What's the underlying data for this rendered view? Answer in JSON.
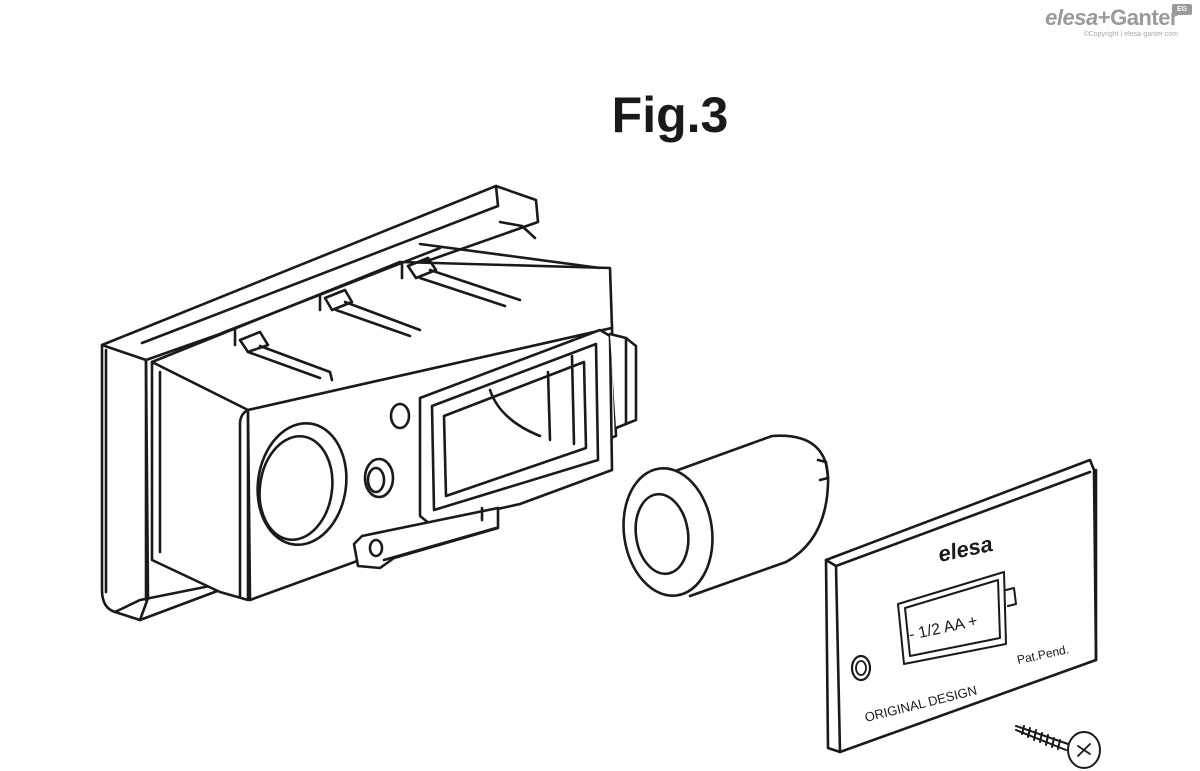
{
  "logo": {
    "brand_elesa": "elesa",
    "brand_ganter": "+Ganter",
    "badge": "EG",
    "copyright": "©Copyright | elesa-ganter.com"
  },
  "figure": {
    "title": "Fig.3"
  },
  "cover_plate": {
    "brand_mark": "elesa",
    "battery_label": "- 1/2  AA +",
    "patent_text": "Pat.Pend.",
    "design_text": "ORIGINAL  DESIGN"
  },
  "colors": {
    "line": "#1a1a1a",
    "paper": "#ffffff",
    "logo_gray": "#9a9a9a"
  }
}
